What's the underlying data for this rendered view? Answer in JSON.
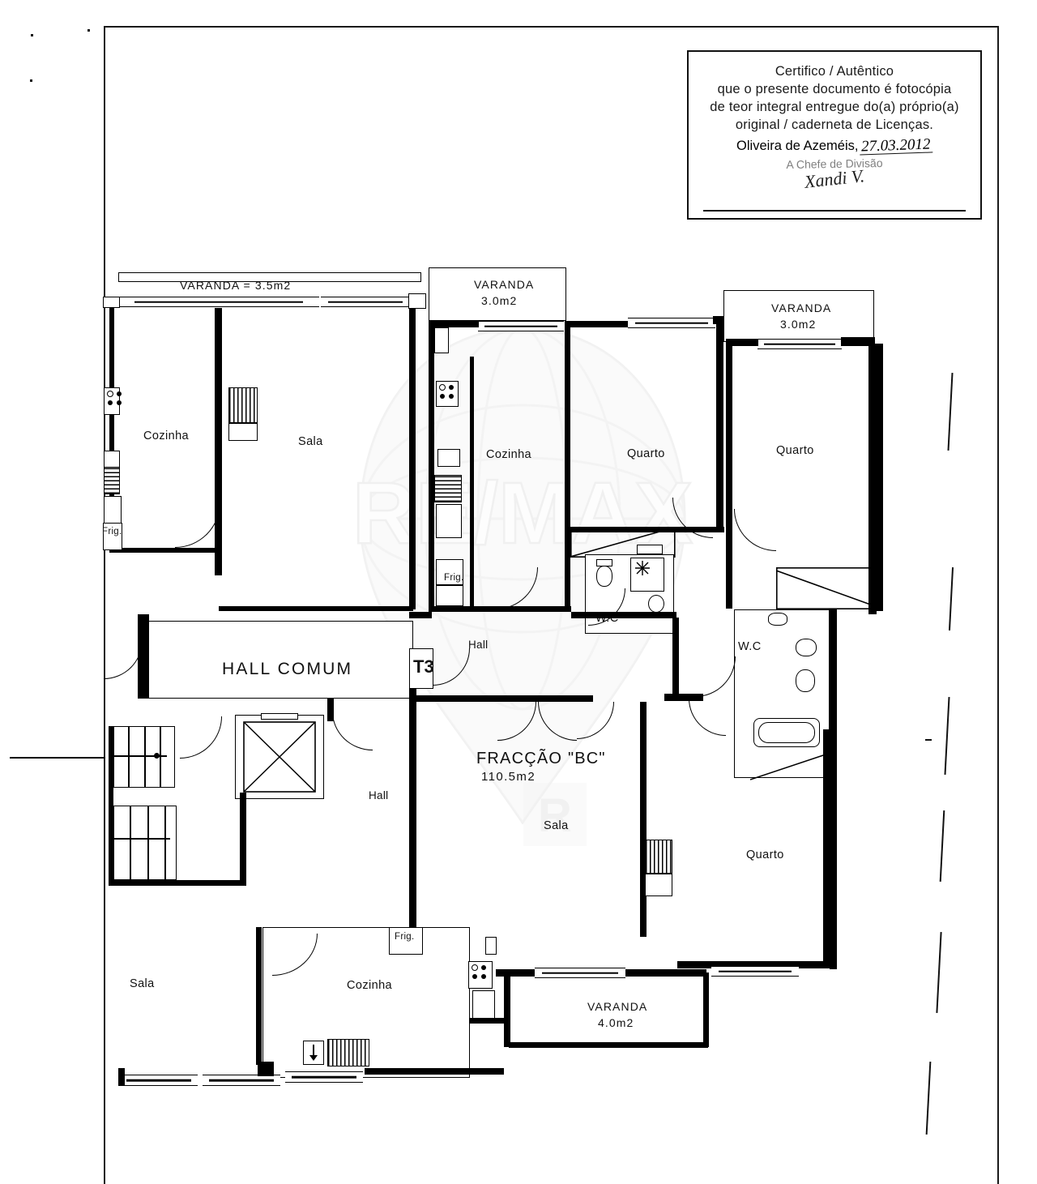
{
  "document": {
    "type": "architectural-floor-plan",
    "language": "pt-PT"
  },
  "certificate_stamp": {
    "line1": "Certifico / Autêntico",
    "line2": "que o presente documento é fotocópia",
    "line3": "de teor integral entregue do(a) próprio(a)",
    "line4": "original / caderneta de Licenças.",
    "location_label": "Oliveira de Azeméis,",
    "date": "27.03.2012",
    "role": "A Chefe de Divisão",
    "signature": "Xandi V."
  },
  "watermark": {
    "brand": "RE/MAX",
    "registered_mark": "R",
    "color": "#e9e9e9"
  },
  "plan": {
    "fraction": {
      "name": "FRACÇÃO \"BC\"",
      "area": "110.5m2"
    },
    "unit_type_badge": "T3",
    "common_area": "HALL  COMUM",
    "balconies": [
      {
        "id": "varanda-left",
        "label": "VARANDA  =  3.5m2"
      },
      {
        "id": "varanda-center-top",
        "label": "VARANDA",
        "area": "3.0m2"
      },
      {
        "id": "varanda-right-top",
        "label": "VARANDA",
        "area": "3.0m2"
      },
      {
        "id": "varanda-bottom",
        "label": "VARANDA",
        "area": "4.0m2"
      }
    ],
    "rooms": [
      {
        "id": "cozinha-left",
        "label": "Cozinha"
      },
      {
        "id": "sala-left",
        "label": "Sala"
      },
      {
        "id": "cozinha-center",
        "label": "Cozinha"
      },
      {
        "id": "quarto-center",
        "label": "Quarto"
      },
      {
        "id": "quarto-right-top",
        "label": "Quarto"
      },
      {
        "id": "hall-bc",
        "label": "Hall"
      },
      {
        "id": "hall-common-lobby",
        "label": "Hall"
      },
      {
        "id": "sala-bc",
        "label": "Sala"
      },
      {
        "id": "quarto-bottom-right",
        "label": "Quarto"
      },
      {
        "id": "cozinha-bottom",
        "label": "Cozinha"
      },
      {
        "id": "sala-bottom-left",
        "label": "Sala"
      }
    ],
    "bathrooms": [
      {
        "id": "wc-center",
        "label": "W.C"
      },
      {
        "id": "wc-right",
        "label": "W.C"
      }
    ],
    "appliances": [
      {
        "id": "frig-left",
        "label": "Frig."
      },
      {
        "id": "frig-center",
        "label": "Frig."
      },
      {
        "id": "frig-bottom",
        "label": "Frig."
      }
    ]
  },
  "colors": {
    "ink": "#000000",
    "frame": "#1a1a1a",
    "paper": "#ffffff",
    "watermark_gray": "#eaeaea"
  }
}
